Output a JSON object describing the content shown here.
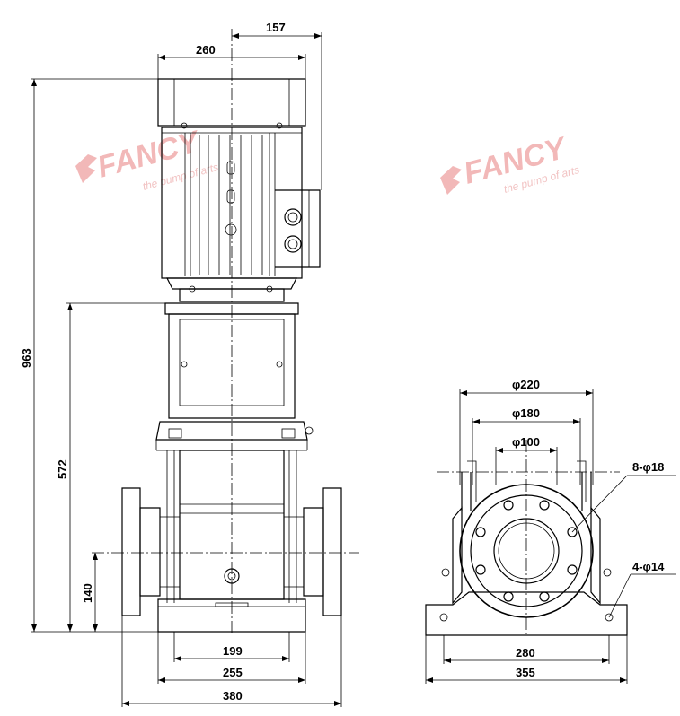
{
  "watermark": {
    "brand": "FANCY",
    "tagline": "the pump of arts"
  },
  "dimensions": {
    "front": {
      "motor_width": "260",
      "box_offset": "157",
      "total_height": "963",
      "pump_height": "572",
      "inlet_height": "140",
      "base_inner": "199",
      "base_width": "255",
      "flange_span": "380"
    },
    "side": {
      "flange_od": "φ220",
      "bolt_circle": "φ180",
      "bore": "φ100",
      "flange_holes": "8-φ18",
      "base_holes": "4-φ14",
      "base_bolt_span": "280",
      "base_length": "355"
    }
  },
  "colors": {
    "line": "#000000",
    "watermark": "#f2b8b8"
  }
}
